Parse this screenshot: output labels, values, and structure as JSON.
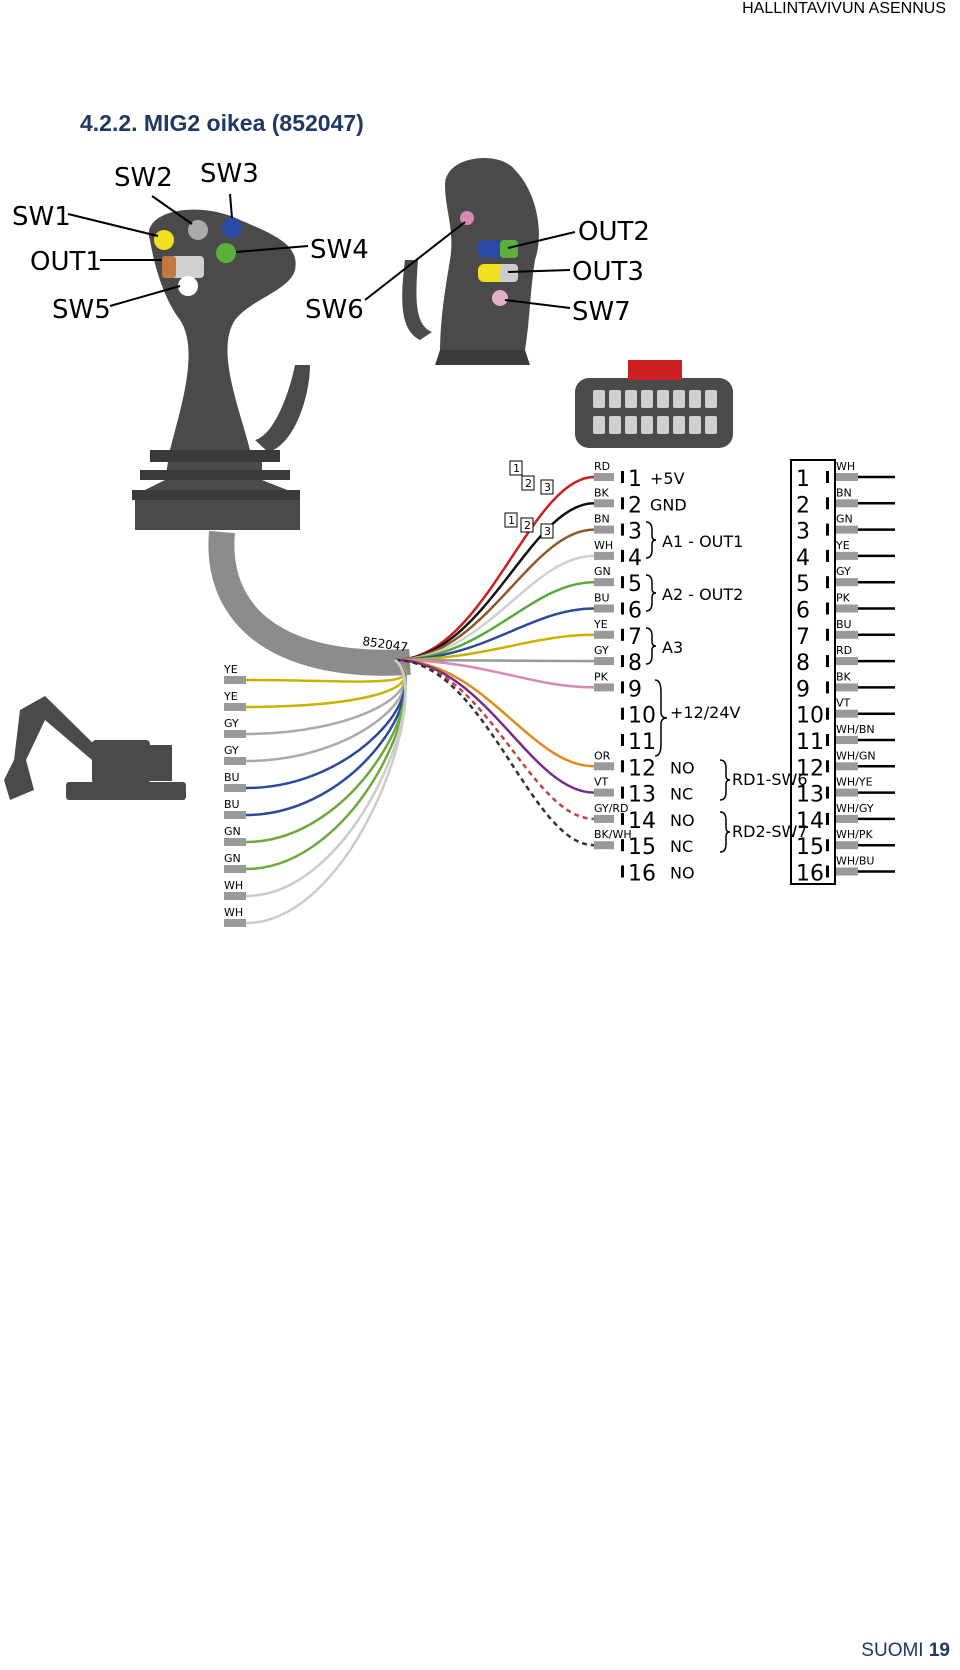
{
  "header": "HALLINTAVIVUN ASENNUS",
  "title": "4.2.2.  MIG2 oikea (852047)",
  "footer": {
    "lang": "SUOMI",
    "page": "19"
  },
  "joystick_labels": {
    "sw1": "SW1",
    "sw2": "SW2",
    "sw3": "SW3",
    "sw4": "SW4",
    "sw5": "SW5",
    "out1": "OUT1",
    "sw6": "SW6",
    "out2": "OUT2",
    "out3": "OUT3",
    "sw7": "SW7"
  },
  "cable_label": "852047",
  "left_wires": [
    "YE",
    "YE",
    "GY",
    "GY",
    "BU",
    "BU",
    "GN",
    "GN",
    "WH",
    "WH"
  ],
  "left_wire_colors": [
    "#c8b400",
    "#c8b400",
    "#aaaaaa",
    "#aaaaaa",
    "#2a4a9a",
    "#2a4a9a",
    "#6aaa3a",
    "#6aaa3a",
    "#cccccc",
    "#cccccc"
  ],
  "pins": [
    {
      "num": "1",
      "wire": "RD",
      "color": "#cc1f1f",
      "sig": "+5V"
    },
    {
      "num": "2",
      "wire": "BK",
      "color": "#111111",
      "sig": "GND"
    },
    {
      "num": "3",
      "wire": "BN",
      "color": "#8b5a2b",
      "sig": ""
    },
    {
      "num": "4",
      "wire": "WH",
      "color": "#cfcfcf",
      "sig": ""
    },
    {
      "num": "5",
      "wire": "GN",
      "color": "#5aaa3a",
      "sig": ""
    },
    {
      "num": "6",
      "wire": "BU",
      "color": "#2a4a9a",
      "sig": ""
    },
    {
      "num": "7",
      "wire": "YE",
      "color": "#c8b400",
      "sig": ""
    },
    {
      "num": "8",
      "wire": "GY",
      "color": "#999999",
      "sig": ""
    },
    {
      "num": "9",
      "wire": "PK",
      "color": "#d88ab0",
      "sig": ""
    },
    {
      "num": "10",
      "wire": "",
      "color": "",
      "sig": ""
    },
    {
      "num": "11",
      "wire": "",
      "color": "",
      "sig": ""
    },
    {
      "num": "12",
      "wire": "OR",
      "color": "#e08a1a",
      "sig": "NO"
    },
    {
      "num": "13",
      "wire": "VT",
      "color": "#7a2a8a",
      "sig": "NC"
    },
    {
      "num": "14",
      "wire": "GY/RD",
      "color": "#bb4444",
      "sig": "NO"
    },
    {
      "num": "15",
      "wire": "BK/WH",
      "color": "#333333",
      "sig": "NC"
    },
    {
      "num": "16",
      "wire": "",
      "color": "",
      "sig": "NO"
    }
  ],
  "groups": {
    "a1": "A1 - OUT1",
    "a2": "A2 - OUT2",
    "a3": "A3",
    "v": "+12/24V",
    "rd1": "RD1-SW6",
    "rd2": "RD2-SW7"
  },
  "tags": [
    "1",
    "2",
    "3",
    "1",
    "2",
    "3"
  ],
  "right_pins": [
    {
      "num": "1",
      "wire": "WH"
    },
    {
      "num": "2",
      "wire": "BN"
    },
    {
      "num": "3",
      "wire": "GN"
    },
    {
      "num": "4",
      "wire": "YE"
    },
    {
      "num": "5",
      "wire": "GY"
    },
    {
      "num": "6",
      "wire": "PK"
    },
    {
      "num": "7",
      "wire": "BU"
    },
    {
      "num": "8",
      "wire": "RD"
    },
    {
      "num": "9",
      "wire": "BK"
    },
    {
      "num": "10",
      "wire": "VT"
    },
    {
      "num": "11",
      "wire": "WH/BN"
    },
    {
      "num": "12",
      "wire": "WH/GN"
    },
    {
      "num": "13",
      "wire": "WH/YE"
    },
    {
      "num": "14",
      "wire": "WH/GY"
    },
    {
      "num": "15",
      "wire": "WH/PK"
    },
    {
      "num": "16",
      "wire": "WH/BU"
    }
  ],
  "colors": {
    "title": "#1f3864",
    "joystick": "#4a4a4a",
    "cable": "#8c8c8c"
  }
}
